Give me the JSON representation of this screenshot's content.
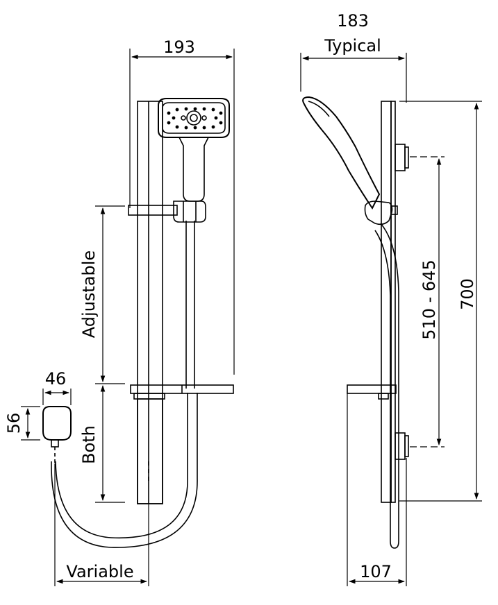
{
  "front_view": {
    "width_dim": "193",
    "adjustable_label": "Adjustable",
    "both_label": "Both",
    "elbow_height_dim": "56",
    "elbow_width_dim": "46",
    "variable_label": "Variable"
  },
  "side_view": {
    "depth_dim": "183",
    "depth_note": "Typical",
    "bracket_range_dim": "510 - 645",
    "rail_length_dim": "700",
    "projection_dim": "107"
  },
  "colors": {
    "line": "#000000",
    "background": "#ffffff"
  }
}
